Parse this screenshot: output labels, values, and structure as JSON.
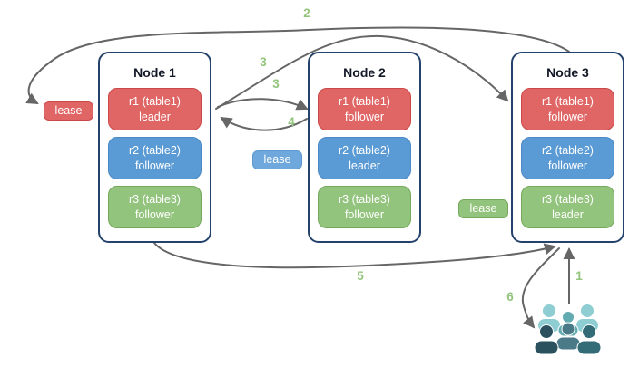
{
  "nodes": [
    {
      "title": "Node 1",
      "replicas": [
        {
          "name": "r1 (table1)",
          "role": "leader",
          "color": "red"
        },
        {
          "name": "r2 (table2)",
          "role": "follower",
          "color": "blue"
        },
        {
          "name": "r3 (table3)",
          "role": "follower",
          "color": "green"
        }
      ]
    },
    {
      "title": "Node 2",
      "replicas": [
        {
          "name": "r1 (table1)",
          "role": "follower",
          "color": "red"
        },
        {
          "name": "r2 (table2)",
          "role": "leader",
          "color": "blue"
        },
        {
          "name": "r3 (table3)",
          "role": "follower",
          "color": "green"
        }
      ]
    },
    {
      "title": "Node 3",
      "replicas": [
        {
          "name": "r1 (table1)",
          "role": "follower",
          "color": "red"
        },
        {
          "name": "r2 (table2)",
          "role": "follower",
          "color": "blue"
        },
        {
          "name": "r3 (table3)",
          "role": "leader",
          "color": "green"
        }
      ]
    }
  ],
  "leases": [
    {
      "label": "lease",
      "color": "red"
    },
    {
      "label": "lease",
      "color": "blue"
    },
    {
      "label": "lease",
      "color": "green"
    }
  ],
  "steps": [
    {
      "label": "1"
    },
    {
      "label": "2"
    },
    {
      "label": "3"
    },
    {
      "label": "3"
    },
    {
      "label": "4"
    },
    {
      "label": "5"
    },
    {
      "label": "6"
    }
  ],
  "icons": {
    "users": "users-icon"
  },
  "colors": {
    "background": "#ffffff",
    "node_border": "#24426b",
    "node_title": "#121826",
    "red_fill": "#e06666",
    "red_border": "#cc4747",
    "blue_fill": "#5b9bd5",
    "blue_border": "#4a89c4",
    "green_fill": "#93c47d",
    "green_border": "#74a85a",
    "lease_blue_fill": "#6fa8dc",
    "lease_blue_border": "#5d97cf",
    "arrow": "#666666",
    "step": "#93c47d",
    "users_light": "#8ecdd2",
    "users_medium": "#62acb1",
    "users_slate": "#4a7a87",
    "users_dark": "#2b515f",
    "users_dark2": "#336b77"
  }
}
